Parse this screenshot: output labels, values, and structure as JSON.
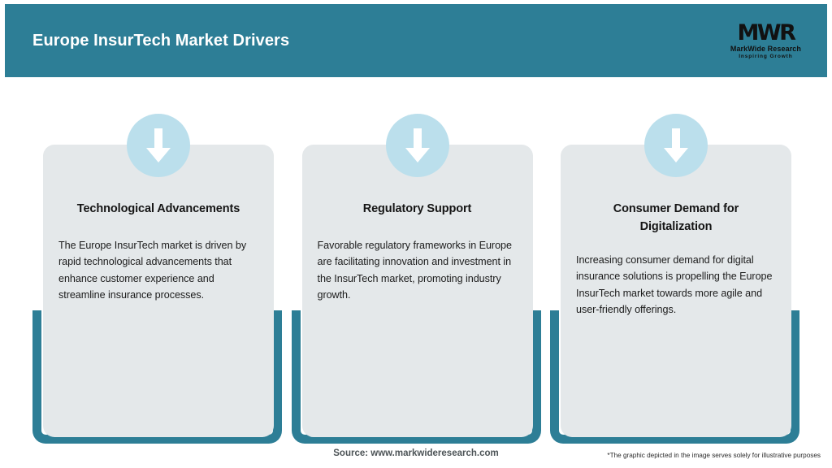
{
  "header": {
    "title": "Europe InsurTech Market Drivers",
    "bg_color": "#2d7e96",
    "logo": {
      "mark": "MWR",
      "name": "MarkWide Research",
      "tagline": "Inspiring Growth"
    }
  },
  "cards": [
    {
      "icon": "down-arrow-icon",
      "title": "Technological Advancements",
      "body": "The Europe InsurTech market is driven by rapid technological advancements that enhance customer experience and streamline insurance processes."
    },
    {
      "icon": "down-arrow-icon",
      "title": "Regulatory Support",
      "body": "Favorable regulatory frameworks in Europe are facilitating innovation and investment in the InsurTech market, promoting industry growth."
    },
    {
      "icon": "down-arrow-icon",
      "title": "Consumer Demand for Digitalization",
      "body": "Increasing consumer demand for digital insurance solutions is propelling the Europe InsurTech market towards more agile and user-friendly offerings."
    }
  ],
  "footer": {
    "source": "Source: www.markwideresearch.com",
    "disclaimer": "*The graphic depicted in the image serves solely for illustrative purposes"
  },
  "colors": {
    "teal": "#2d7e96",
    "card_bg": "#e4e8ea",
    "icon_circle": "#bbdfec",
    "arrow": "#ffffff"
  }
}
